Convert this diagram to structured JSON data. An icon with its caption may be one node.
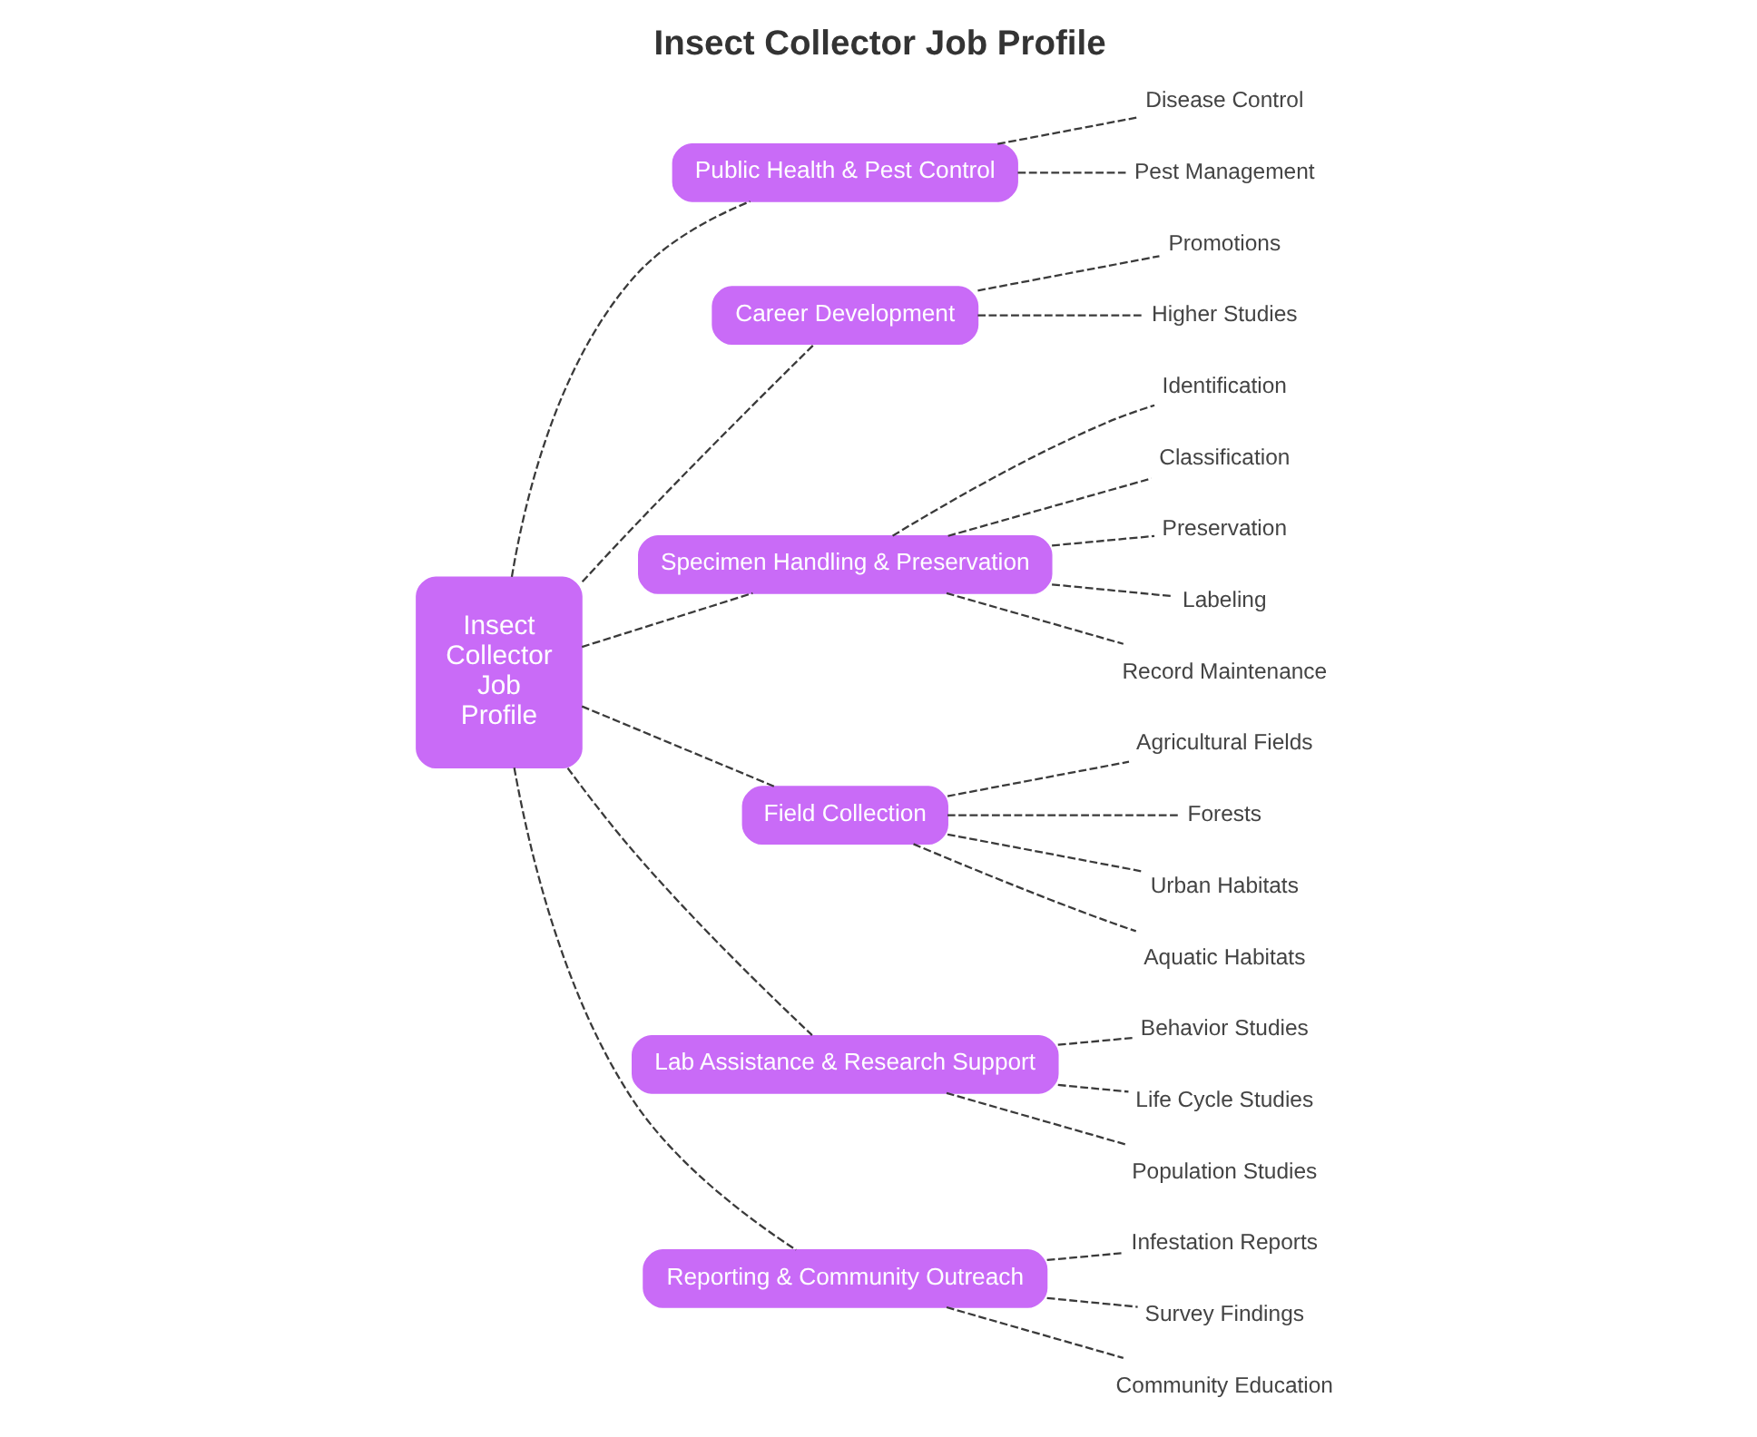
{
  "diagram": {
    "title": "Insect Collector Job Profile",
    "nodes": [
      {
        "text": [
          "Insect Collector Job Profile"
        ]
      },
      {
        "text": [
          "Public Health & Pest Control"
        ]
      },
      {
        "text": [
          "Disease Control"
        ]
      },
      {
        "text": [
          "Pest Management"
        ]
      },
      {
        "text": [
          "Career Development"
        ]
      },
      {
        "text": [
          "Promotions"
        ]
      },
      {
        "text": [
          "Higher Studies"
        ]
      },
      {
        "text": [
          "Specimen Handling & Preservation"
        ]
      },
      {
        "text": [
          "Identification"
        ]
      },
      {
        "text": [
          "Classification"
        ]
      },
      {
        "text": [
          "Preservation"
        ]
      },
      {
        "text": [
          "Labeling"
        ]
      },
      {
        "text": [
          "Record Maintenance"
        ]
      },
      {
        "text": [
          "Field Collection"
        ]
      },
      {
        "text": [
          "Agricultural Fields"
        ]
      },
      {
        "text": [
          "Forests"
        ]
      },
      {
        "text": [
          "Urban Habitats"
        ]
      },
      {
        "text": [
          "Aquatic Habitats"
        ]
      },
      {
        "text": [
          "Lab Assistance & Research Support"
        ]
      },
      {
        "text": [
          "Behavior Studies"
        ]
      },
      {
        "text": [
          "Life Cycle Studies"
        ]
      },
      {
        "text": [
          "Population Studies"
        ]
      },
      {
        "text": [
          "Reporting & Community Outreach"
        ]
      },
      {
        "text": [
          "Infestation Reports"
        ]
      },
      {
        "text": [
          "Survey Findings"
        ]
      },
      {
        "text": [
          "Community Education"
        ]
      }
    ],
    "edges": [
      {
        "from": 0,
        "to": 1,
        "arrow": "none",
        "style": "dashed"
      },
      {
        "from": 1,
        "to": 2,
        "arrow": "none",
        "style": "dashed"
      },
      {
        "from": 1,
        "to": 3,
        "arrow": "none",
        "style": "dashed"
      },
      {
        "from": 0,
        "to": 4,
        "arrow": "none",
        "style": "dashed"
      },
      {
        "from": 4,
        "to": 5,
        "arrow": "none",
        "style": "dashed"
      },
      {
        "from": 4,
        "to": 6,
        "arrow": "none",
        "style": "dashed"
      },
      {
        "from": 0,
        "to": 7,
        "arrow": "none",
        "style": "dashed"
      },
      {
        "from": 7,
        "to": 8,
        "arrow": "none",
        "style": "dashed"
      },
      {
        "from": 7,
        "to": 9,
        "arrow": "none",
        "style": "dashed"
      },
      {
        "from": 7,
        "to": 10,
        "arrow": "none",
        "style": "dashed"
      },
      {
        "from": 7,
        "to": 11,
        "arrow": "none",
        "style": "dashed"
      },
      {
        "from": 7,
        "to": 12,
        "arrow": "none",
        "style": "dashed"
      },
      {
        "from": 0,
        "to": 13,
        "arrow": "none",
        "style": "dashed"
      },
      {
        "from": 13,
        "to": 14,
        "arrow": "none",
        "style": "dashed"
      },
      {
        "from": 13,
        "to": 15,
        "arrow": "none",
        "style": "dashed"
      },
      {
        "from": 13,
        "to": 16,
        "arrow": "none",
        "style": "dashed"
      },
      {
        "from": 13,
        "to": 17,
        "arrow": "none",
        "style": "dashed"
      },
      {
        "from": 0,
        "to": 18,
        "arrow": "none",
        "style": "dashed"
      },
      {
        "from": 18,
        "to": 19,
        "arrow": "none",
        "style": "dashed"
      },
      {
        "from": 18,
        "to": 20,
        "arrow": "none",
        "style": "dashed"
      },
      {
        "from": 18,
        "to": 21,
        "arrow": "none",
        "style": "dashed"
      },
      {
        "from": 0,
        "to": 22,
        "arrow": "none",
        "style": "dashed"
      },
      {
        "from": 22,
        "to": 23,
        "arrow": "none",
        "style": "dashed"
      },
      {
        "from": 22,
        "to": 24,
        "arrow": "none",
        "style": "dashed"
      },
      {
        "from": 22,
        "to": 25,
        "arrow": "none",
        "style": "dashed"
      }
    ]
  }
}
